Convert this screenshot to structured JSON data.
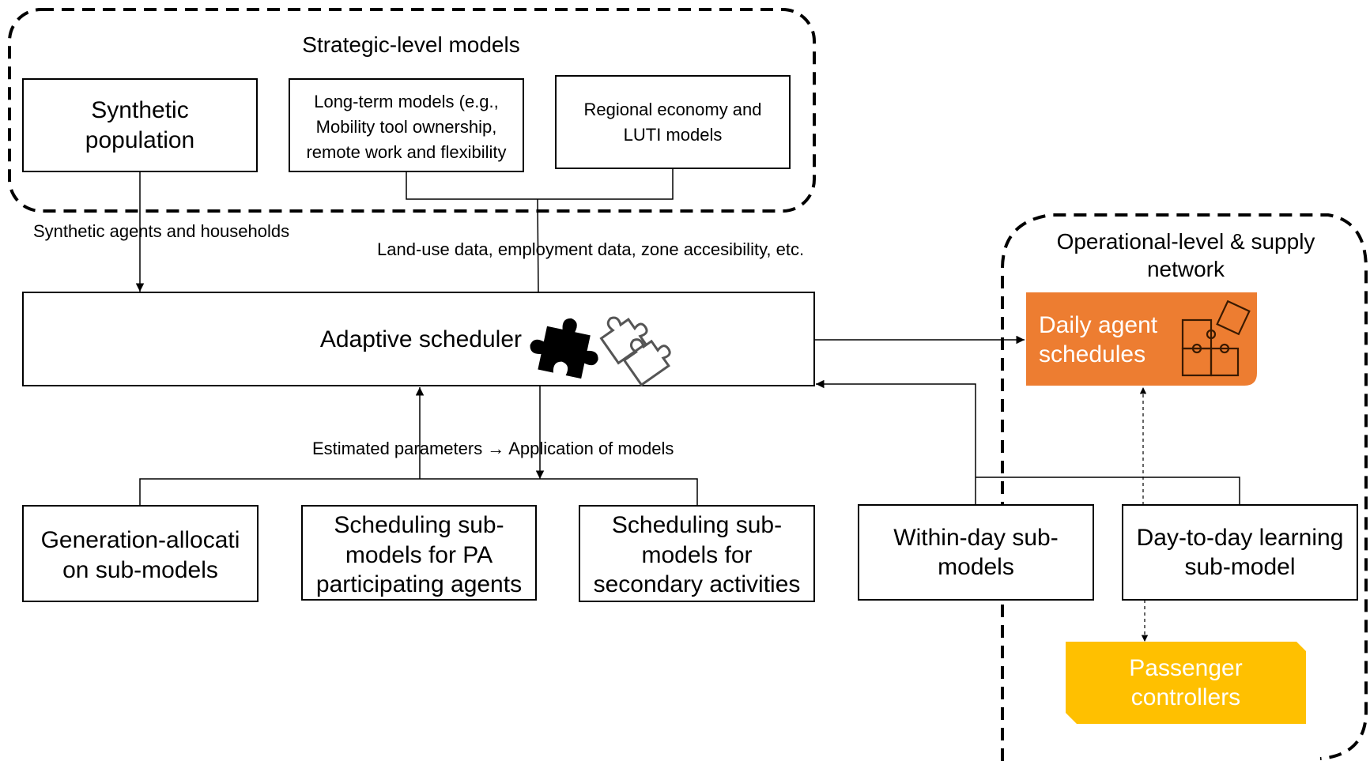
{
  "groups": {
    "strategic_title": "Strategic-level models",
    "operational_title_line1": "Operational-level & supply",
    "operational_title_line2": "network"
  },
  "boxes": {
    "synthetic_population": "Synthetic population",
    "long_term_models": "Long-term models (e.g., Mobility tool ownership, remote work and flexibility",
    "regional_economy": "Regional economy and LUTI models",
    "adaptive_scheduler": "Adaptive scheduler",
    "daily_agent_schedules": "Daily agent schedules",
    "generation_allocation": "Generation-allocation sub-models",
    "scheduling_pa": "Scheduling sub-models for PA participating agents",
    "scheduling_secondary": "Scheduling sub-models for secondary activities",
    "within_day": "Within-day sub-models",
    "day_to_day": "Day-to-day learning sub-model",
    "passenger_controllers": "Passenger controllers"
  },
  "edge_labels": {
    "synthetic_agents": "Synthetic agents and households",
    "land_use": "Land-use data, employment data, zone accesibility, etc.",
    "estimated_parameters": "Estimated parameters → Application of models"
  },
  "icons": {
    "scheduler_icons": [
      "puzzle-piece-filled-icon",
      "puzzle-pieces-outline-icon"
    ],
    "schedules_icon": "puzzle-assembly-icon"
  },
  "colors": {
    "orange": "#ED7D31",
    "yellow": "#FFC000",
    "line": "#000000"
  }
}
